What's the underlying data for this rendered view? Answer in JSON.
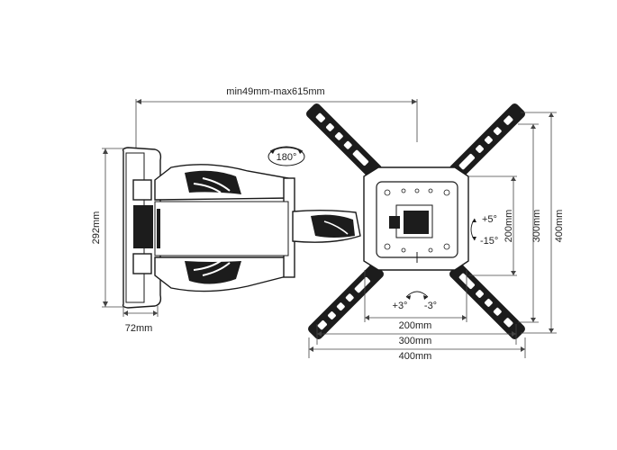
{
  "dimensions": {
    "extension": "min49mm-max615mm",
    "wall_plate_height": "292mm",
    "wall_plate_width": "72mm",
    "vesa_horizontal": [
      "200mm",
      "300mm",
      "400mm"
    ],
    "vesa_vertical": [
      "200mm",
      "300mm",
      "400mm"
    ]
  },
  "rotation": {
    "swivel": "180°",
    "tilt_up": "+5°",
    "tilt_down": "-15°",
    "level_plus": "+3°",
    "level_minus": "-3°"
  }
}
